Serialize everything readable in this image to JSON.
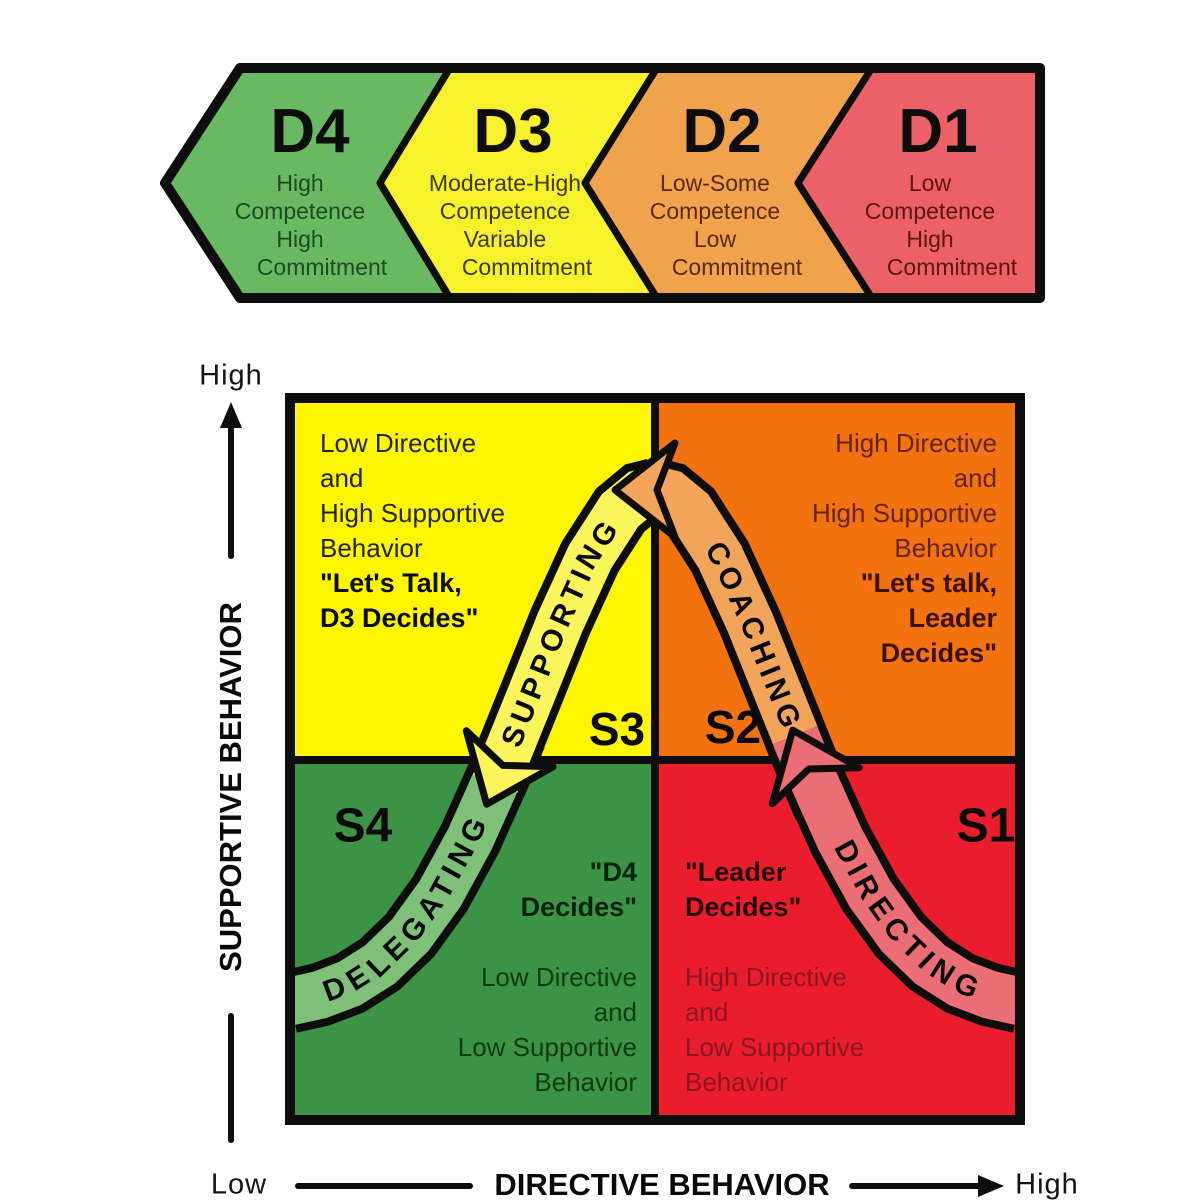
{
  "banner": {
    "sections": [
      {
        "label": "D4",
        "lines": [
          "High",
          "Competence",
          "High",
          "Commitment"
        ],
        "fill": "#68b962"
      },
      {
        "label": "D3",
        "lines": [
          "Moderate-High",
          "Competence",
          "Variable",
          "Commitment"
        ],
        "fill": "#f7f12b"
      },
      {
        "label": "D2",
        "lines": [
          "Low-Some",
          "Competence",
          "Low",
          "Commitment"
        ],
        "fill": "#f0a24d"
      },
      {
        "label": "D1",
        "lines": [
          "Low",
          "Competence",
          "High",
          "Commitment"
        ],
        "fill": "#ec6167"
      }
    ]
  },
  "matrix": {
    "quadrants": {
      "s3": {
        "label": "S3",
        "fill": "#fdf600",
        "lines": [
          "Low Directive",
          "and",
          "High Supportive",
          "Behavior"
        ],
        "quote": [
          "\"Let's Talk,",
          "D3 Decides\""
        ]
      },
      "s2": {
        "label": "S2",
        "fill": "#f1720e",
        "lines": [
          "High Directive",
          "and",
          "High Supportive",
          "Behavior"
        ],
        "quote": [
          "\"Let's talk,",
          "Leader",
          "Decides\""
        ]
      },
      "s4": {
        "label": "S4",
        "fill": "#3c9245",
        "quote": [
          "\"D4",
          "Decides\""
        ],
        "lines": [
          "Low Directive",
          "and",
          "Low Supportive",
          "Behavior"
        ]
      },
      "s1": {
        "label": "S1",
        "fill": "#e91d2c",
        "quote": [
          "\"Leader",
          "Decides\""
        ],
        "lines": [
          "High Directive",
          "and",
          "Low Supportive",
          "Behavior"
        ]
      }
    },
    "bands": {
      "delegating": {
        "label": "DELEGATING",
        "fill": "#7ec077"
      },
      "supporting": {
        "label": "SUPPORTING",
        "fill": "#faf65c"
      },
      "coaching": {
        "label": "COACHING",
        "fill": "#f3a45b"
      },
      "directing": {
        "label": "DIRECTING",
        "fill": "#ec6e75"
      }
    }
  },
  "axes": {
    "y": {
      "high": "High",
      "label": "SUPPORTIVE BEHAVIOR"
    },
    "x": {
      "low": "Low",
      "label": "DIRECTIVE BEHAVIOR",
      "high": "High"
    }
  },
  "colors": {
    "outline": "#0d0d0d",
    "background": "#ffffff"
  }
}
